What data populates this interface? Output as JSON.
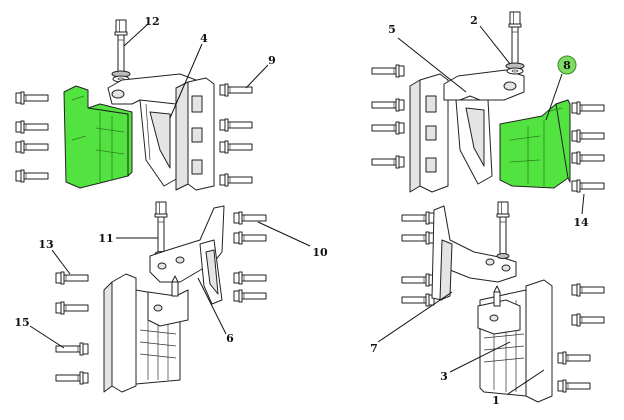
{
  "highlight_color": "#52e341",
  "callout_fill": "#7ddc62",
  "callouts": [
    {
      "id": "c12",
      "text": "12"
    },
    {
      "id": "c4",
      "text": "4"
    },
    {
      "id": "c9",
      "text": "9"
    },
    {
      "id": "c5",
      "text": "5"
    },
    {
      "id": "c2",
      "text": "2"
    },
    {
      "id": "c8",
      "text": "8"
    },
    {
      "id": "c14",
      "text": "14"
    },
    {
      "id": "c11",
      "text": "11"
    },
    {
      "id": "c10",
      "text": "10"
    },
    {
      "id": "c13",
      "text": "13"
    },
    {
      "id": "c15",
      "text": "15"
    },
    {
      "id": "c6",
      "text": "6"
    },
    {
      "id": "c7",
      "text": "7"
    },
    {
      "id": "c3",
      "text": "3"
    },
    {
      "id": "c1",
      "text": "1"
    }
  ]
}
